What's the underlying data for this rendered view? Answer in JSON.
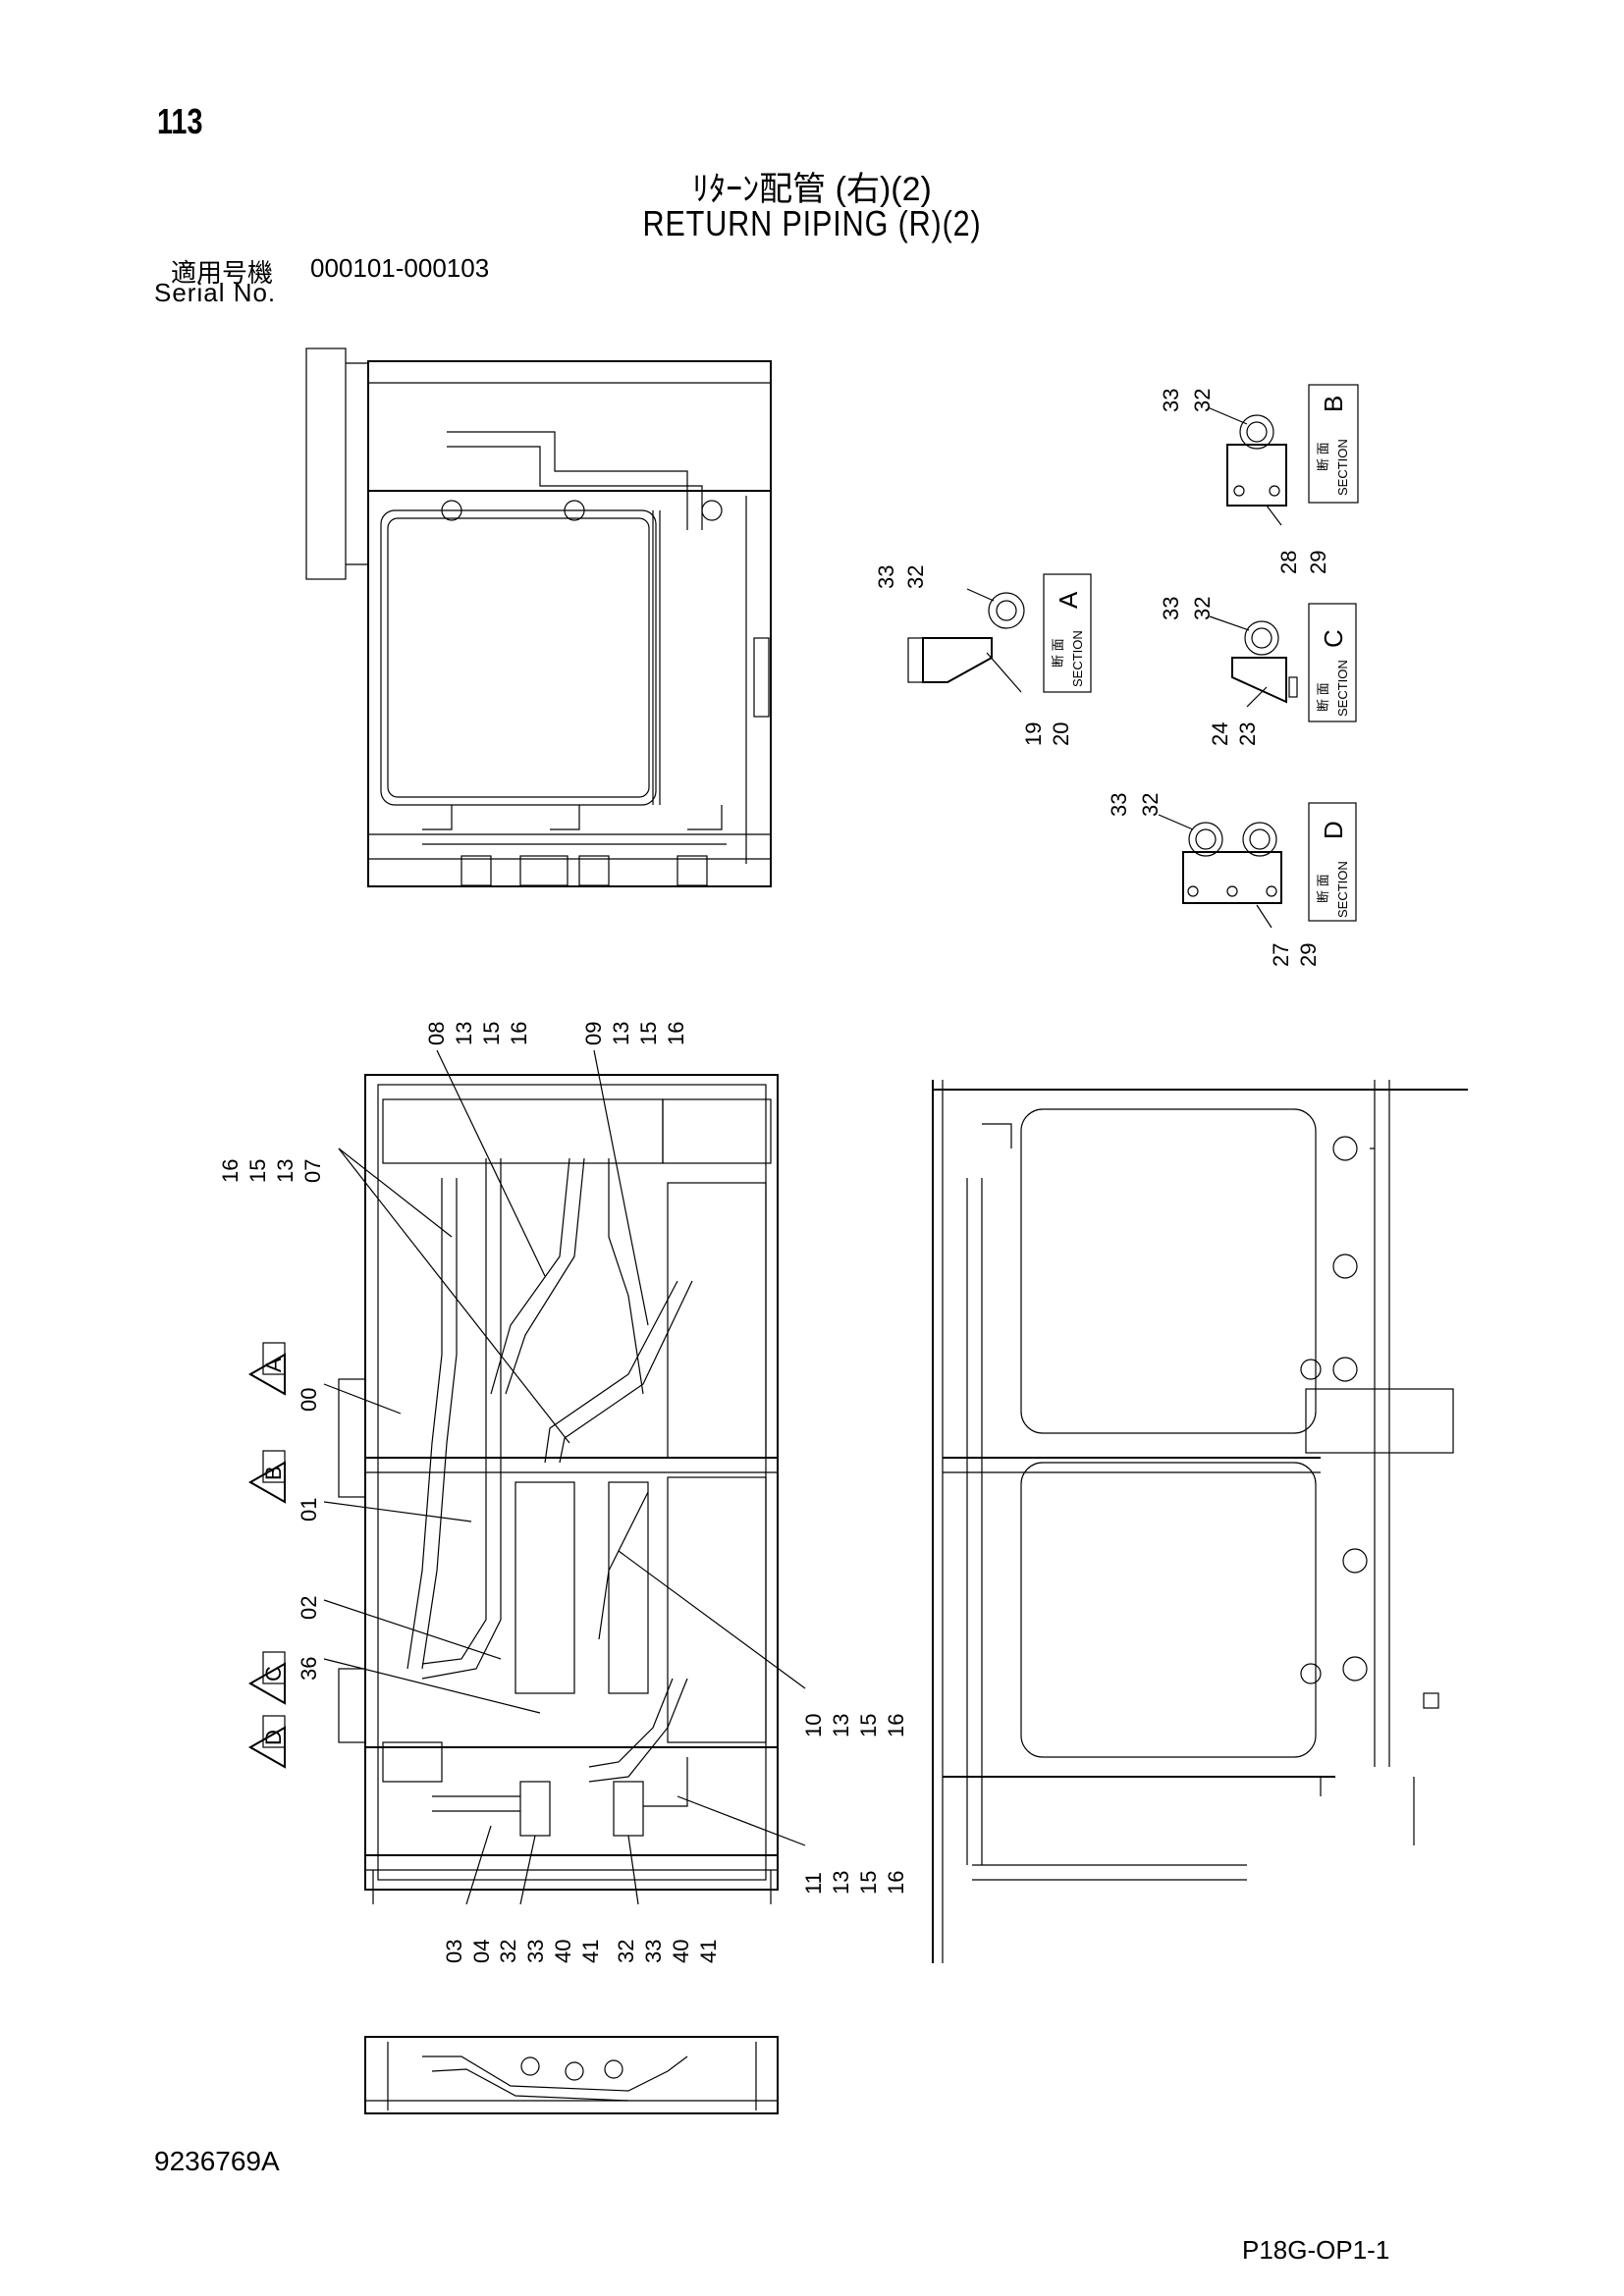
{
  "header": {
    "page_number": "113",
    "title_jp": "ﾘﾀｰﾝ配管 (右)(2)",
    "title_en": "RETURN PIPING (R)(2)",
    "serial_label_jp": "適用号機",
    "serial_range": "000101-000103",
    "serial_label_en": "Serial No."
  },
  "footer": {
    "doc_code": "9236769A",
    "page_code": "P18G-OP1-1"
  },
  "sections": {
    "b": {
      "letter": "B",
      "kanji": "断 面",
      "word": "SECTION",
      "callouts": [
        "33",
        "32",
        "28",
        "29"
      ]
    },
    "a": {
      "letter": "A",
      "kanji": "断 面",
      "word": "SECTION",
      "callouts": [
        "33",
        "32",
        "19",
        "20"
      ]
    },
    "c": {
      "letter": "C",
      "kanji": "断 面",
      "word": "SECTION",
      "callouts": [
        "33",
        "32",
        "24",
        "23"
      ]
    },
    "d": {
      "letter": "D",
      "kanji": "断 面",
      "word": "SECTION",
      "callouts": [
        "33",
        "32",
        "27",
        "29"
      ]
    }
  },
  "callouts": {
    "top_left": [
      "08",
      "13",
      "15",
      "16"
    ],
    "top_right": [
      "09",
      "13",
      "15",
      "16"
    ],
    "left_upper": [
      "16",
      "15",
      "13",
      "07"
    ],
    "c00": "00",
    "c01": "01",
    "c02": "02",
    "c36": "36",
    "right_10": [
      "10",
      "13",
      "15",
      "16"
    ],
    "right_11": [
      "11",
      "13",
      "15",
      "16"
    ],
    "bottom": [
      "03",
      "04",
      "32",
      "33",
      "40",
      "41",
      "32",
      "33",
      "40",
      "41"
    ]
  },
  "arrows": [
    "A",
    "B",
    "C",
    "D"
  ]
}
